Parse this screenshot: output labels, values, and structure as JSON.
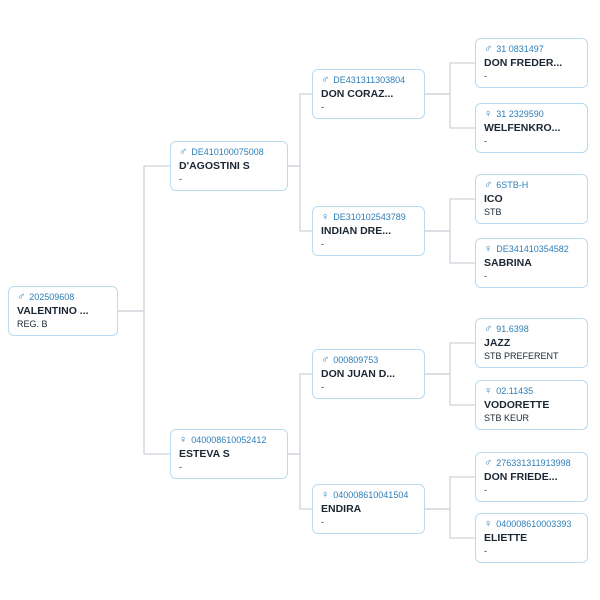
{
  "pedigree": {
    "icons": {
      "male": "♂",
      "female": "♀"
    },
    "colors": {
      "accent": "#2e7fb8",
      "border": "#badbef",
      "name": "#1c2733",
      "line": "#cfd4d9"
    },
    "nodes": {
      "root": {
        "sex": "male",
        "id": "202509608",
        "name": "VALENTINO ...",
        "sub": "REG. B"
      },
      "sire": {
        "sex": "male",
        "id": "DE410100075008",
        "name": "D'AGOSTINI S",
        "sub": "-"
      },
      "dam": {
        "sex": "female",
        "id": "040008610052412",
        "name": "ESTEVA S",
        "sub": "-"
      },
      "ss": {
        "sex": "male",
        "id": "DE431311303804",
        "name": "DON CORAZ...",
        "sub": "-"
      },
      "sd": {
        "sex": "female",
        "id": "DE310102543789",
        "name": "INDIAN DRE...",
        "sub": "-"
      },
      "ds": {
        "sex": "male",
        "id": "000809753",
        "name": "DON JUAN D...",
        "sub": "-"
      },
      "dd": {
        "sex": "female",
        "id": "040008610041504",
        "name": "ENDIRA",
        "sub": "-"
      },
      "sss": {
        "sex": "male",
        "id": "31 0831497",
        "name": "DON FREDER...",
        "sub": "-"
      },
      "ssd": {
        "sex": "female",
        "id": "31 2329590",
        "name": "WELFENKRO...",
        "sub": "-"
      },
      "sds": {
        "sex": "male",
        "id": "6STB-H",
        "name": "ICO",
        "sub": "STB"
      },
      "sdd": {
        "sex": "female",
        "id": "DE341410354582",
        "name": "SABRINA",
        "sub": "-"
      },
      "dss": {
        "sex": "male",
        "id": "91.6398",
        "name": "JAZZ",
        "sub": "STB PREFERENT"
      },
      "dsd": {
        "sex": "female",
        "id": "02.11435",
        "name": "VODORETTE",
        "sub": "STB KEUR"
      },
      "dds": {
        "sex": "male",
        "id": "276331311913998",
        "name": "DON FRIEDE...",
        "sub": "-"
      },
      "ddd": {
        "sex": "female",
        "id": "040008610003393",
        "name": "ELIETTE",
        "sub": "-"
      }
    }
  }
}
